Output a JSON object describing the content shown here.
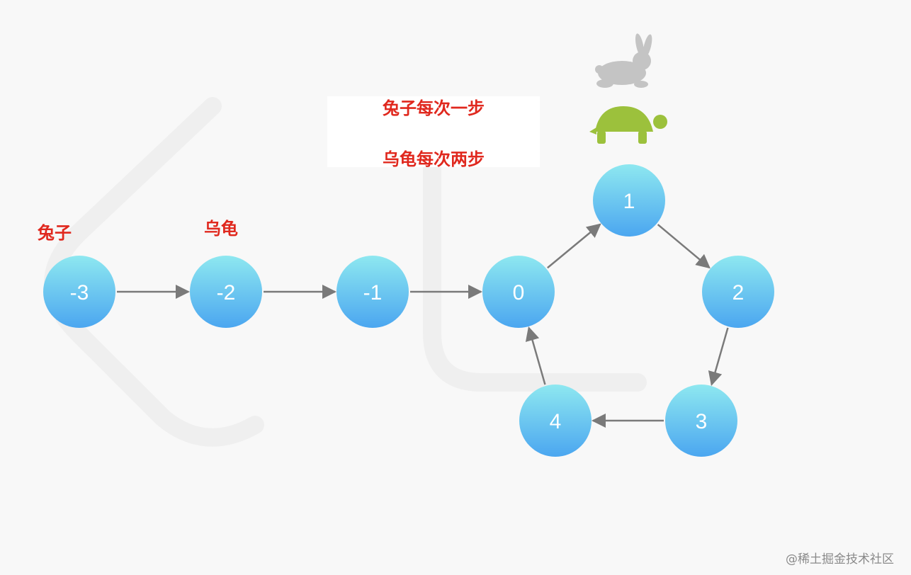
{
  "rule": {
    "rabbit_line": "兔子每次一步",
    "tortoise_line": "乌龟每次两步"
  },
  "labels": {
    "rabbit": "兔子",
    "tortoise": "乌龟"
  },
  "nodes": [
    "-3",
    "-2",
    "-1",
    "0",
    "1",
    "2",
    "3",
    "4"
  ],
  "edges": [
    [
      "-3",
      "-2"
    ],
    [
      "-2",
      "-1"
    ],
    [
      "-1",
      "0"
    ],
    [
      "0",
      "1"
    ],
    [
      "1",
      "2"
    ],
    [
      "2",
      "3"
    ],
    [
      "3",
      "4"
    ],
    [
      "4",
      "0"
    ]
  ],
  "icons": {
    "rabbit": "rabbit-icon",
    "tortoise": "tortoise-icon"
  },
  "colors": {
    "node_top": "#8ee8f0",
    "node_bottom": "#4ba6f0",
    "arrow": "#7a7a7a",
    "label_red": "#e0281e",
    "rabbit": "#c4c4c4",
    "tortoise": "#9cc13c"
  },
  "watermark": "@稀土掘金技术社区"
}
